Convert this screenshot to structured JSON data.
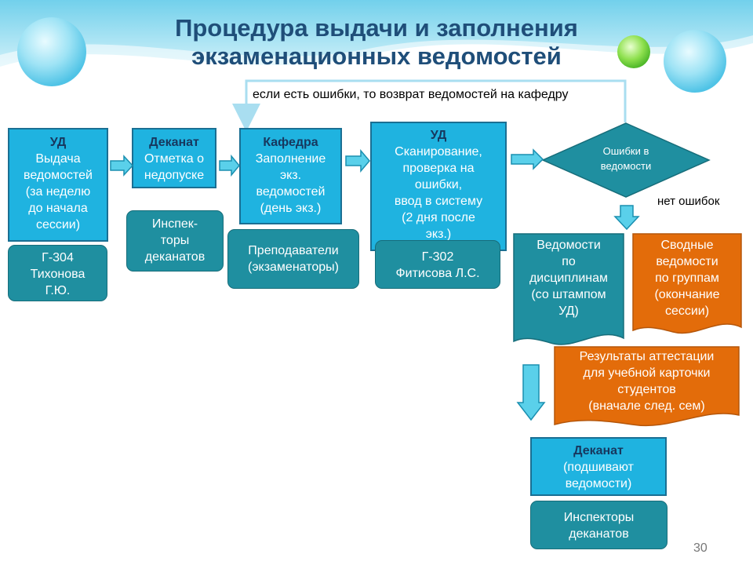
{
  "title": {
    "line1": "Процедура выдачи и заполнения",
    "line2": "экзаменационных ведомостей"
  },
  "feedback_note": "если есть ошибки, то возврат ведомостей на кафедру",
  "step1": {
    "head": "УД",
    "l1": "Выдача",
    "l2": "ведомостей",
    "l3": "(за неделю",
    "l4": "до начала",
    "l5": "сессии)"
  },
  "step1_contact": {
    "l1": "Г-304",
    "l2": "Тихонова",
    "l3": "Г.Ю."
  },
  "step2": {
    "head": "Деканат",
    "l1": "Отметка о",
    "l2": "недопуске"
  },
  "step2_contact": {
    "l1": "Инспек-",
    "l2": "торы",
    "l3": "деканатов"
  },
  "step3": {
    "head": "Кафедра",
    "l1": "Заполнение",
    "l2": "экз.",
    "l3": "ведомостей",
    "l4": "(день экз.)"
  },
  "step3_contact": {
    "l1": "Преподаватели",
    "l2": "(экзаменаторы)"
  },
  "step4": {
    "head": "УД",
    "l1": "Сканирование,",
    "l2": "проверка на",
    "l3": "ошибки,",
    "l4": "ввод в систему",
    "l5": "(2 дня после",
    "l6": "экз.)"
  },
  "step4_contact": {
    "l1": "Г-302",
    "l2": "Фитисова Л.С."
  },
  "decision": {
    "l1": "Ошибки в",
    "l2": "ведомости"
  },
  "no_errors_label": "нет ошибок",
  "doc_disciplines": {
    "l1": "Ведомости",
    "l2": "по",
    "l3": "дисциплинам",
    "l4": "(со штампом",
    "l5": "УД)"
  },
  "doc_groups": {
    "l1": "Сводные",
    "l2": "ведомости",
    "l3": "по группам",
    "l4": "(окончание",
    "l5": "сессии)"
  },
  "doc_results": {
    "l1": "Результаты аттестации",
    "l2": "для учебной карточки",
    "l3": "студентов",
    "l4": "(вначале след. сем)"
  },
  "step_final": {
    "head": "Деканат",
    "l1": "(подшивают",
    "l2": "ведомости)"
  },
  "step_final_contact": {
    "l1": "Инспекторы",
    "l2": "деканатов"
  },
  "page_number": "30",
  "colors": {
    "step_fill": "#1fb3e0",
    "step_border": "#1a6f93",
    "contact_fill": "#1f8fa0",
    "orange": "#e36c0a",
    "title": "#1f4e79",
    "arrow": "#5ad0ea"
  }
}
